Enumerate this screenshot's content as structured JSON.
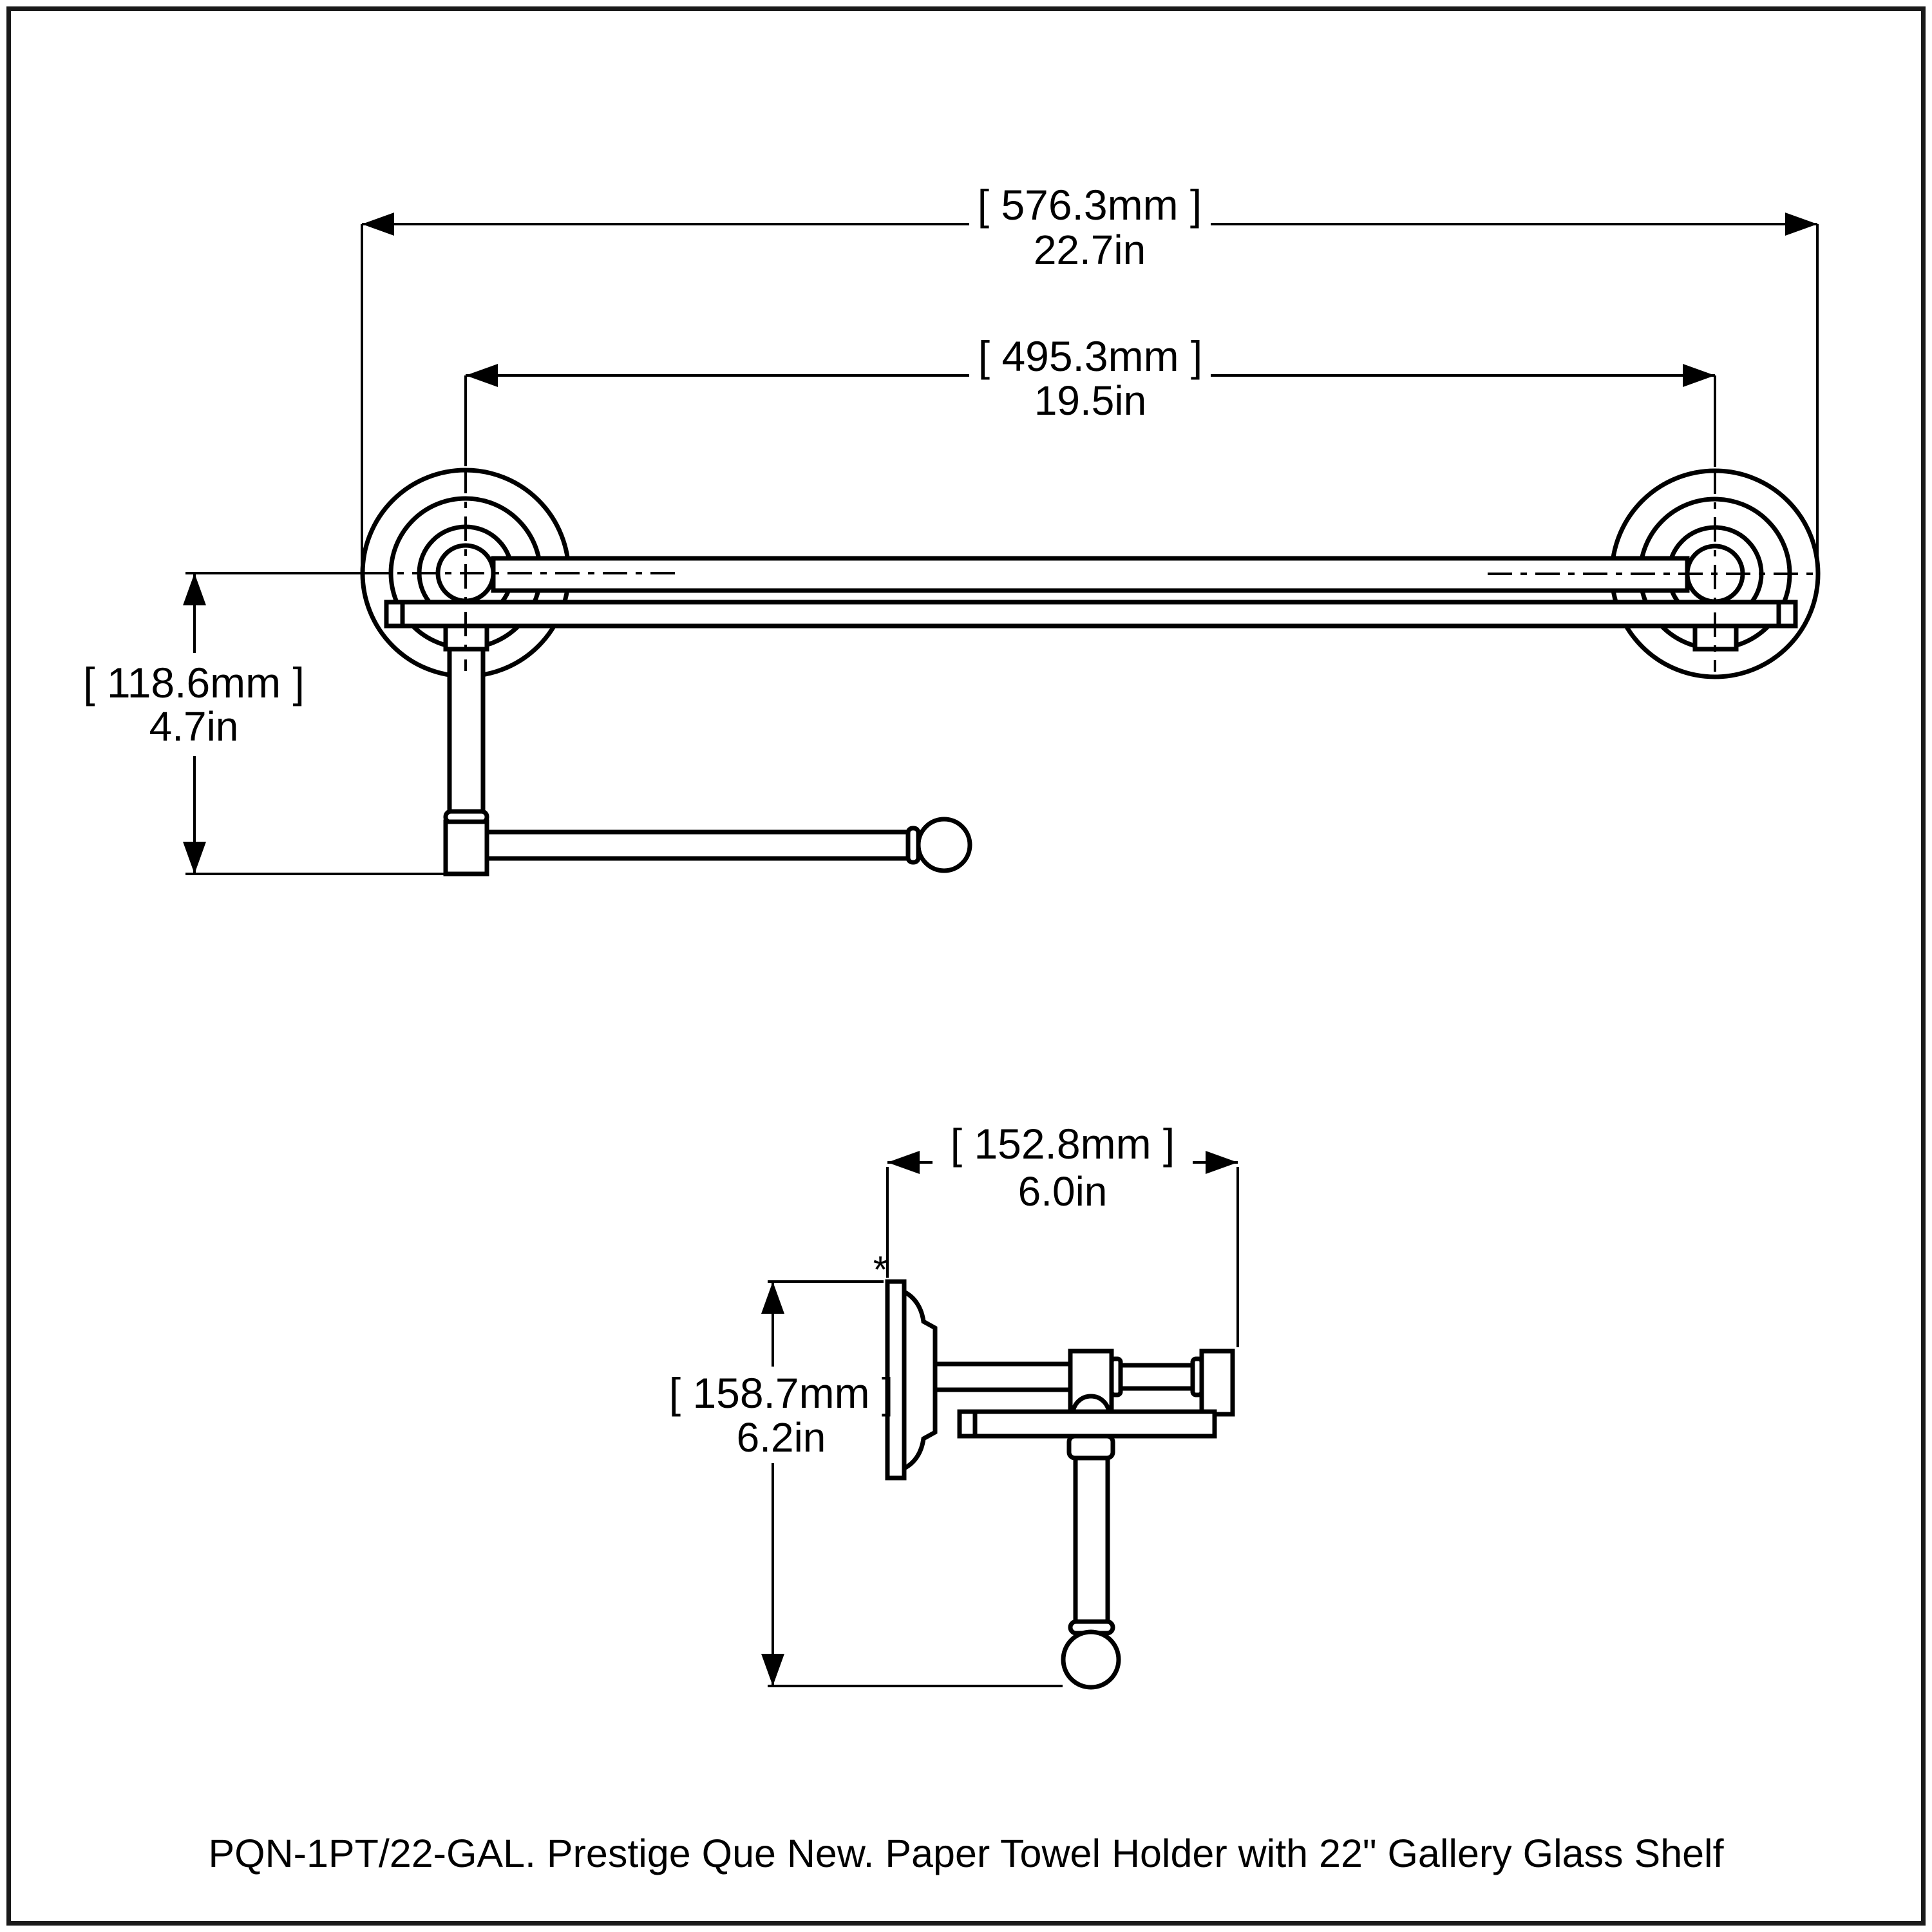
{
  "drawing": {
    "caption": "PQN-1PT/22-GAL. Prestige Que New. Paper Towel Holder with 22\" Gallery Glass Shelf",
    "front_view": {
      "overall_width": {
        "mm": "[ 576.3mm ]",
        "inches": "22.7in"
      },
      "center_to_center_width": {
        "mm": "[ 495.3mm ]",
        "inches": "19.5in"
      },
      "drop_height": {
        "mm": "[ 118.6mm ]",
        "inches": "4.7in"
      }
    },
    "side_view": {
      "depth": {
        "mm": "[ 152.8mm ]",
        "inches": "6.0in"
      },
      "overall_height": {
        "mm": "[ 158.7mm ]",
        "inches": "6.2in"
      },
      "wall_reference_marker": "*"
    }
  }
}
